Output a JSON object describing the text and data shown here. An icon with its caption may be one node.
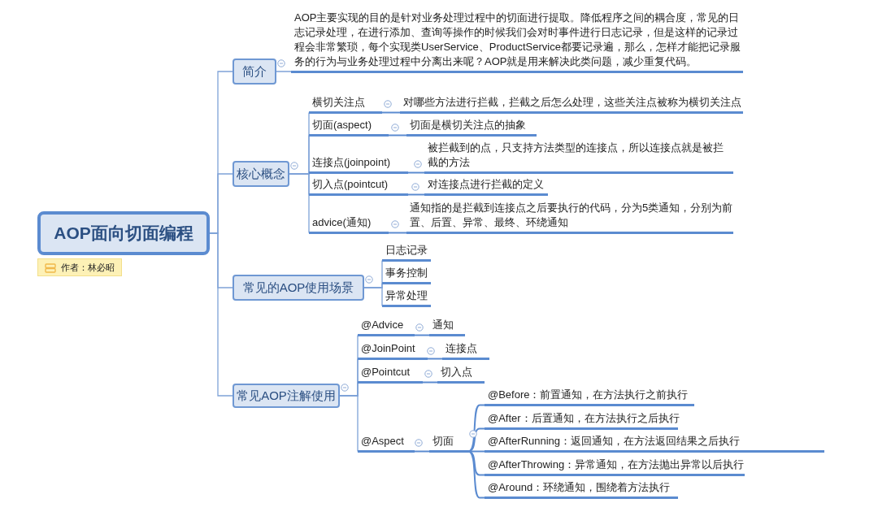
{
  "diagram": {
    "nodes": [
      {
        "text": [
          "AOP面向切面编程"
        ]
      },
      {
        "text": [
          "简介"
        ]
      },
      {
        "text": [
          "AOP主要实现的目的是针对业务处理过程中的切面进行提取。降低程序之间的耦合度，常见的日志记录处理，在进行添加、查询等操作的时候我们会对时事件进行日志记录，但是这样的记录过程会非常繁琐，每个实现类UserService、ProductService都要记录遍，那么，怎样才能把记录服务的行为与业务处理过程中分离出来呢？AOP就是用来解决此类问题，减少重复代码。"
        ]
      },
      {
        "text": [
          "核心概念"
        ]
      },
      {
        "text": [
          "横切关注点"
        ]
      },
      {
        "text": [
          "对哪些方法进行拦截，拦截之后怎么处理，这些关注点被称为横切关注点"
        ]
      },
      {
        "text": [
          "切面(aspect)"
        ]
      },
      {
        "text": [
          "切面是横切关注点的抽象"
        ]
      },
      {
        "text": [
          "连接点(joinpoint)"
        ]
      },
      {
        "text": [
          "被拦截到的点，只支持方法类型的连接点，所以连接点就是被拦截的方法"
        ]
      },
      {
        "text": [
          "切入点(pointcut)"
        ]
      },
      {
        "text": [
          "对连接点进行拦截的定义"
        ]
      },
      {
        "text": [
          "advice(通知)"
        ]
      },
      {
        "text": [
          "通知指的是拦截到连接点之后要执行的代码，分为5类通知，分别为前置、后置、异常、最终、环绕通知"
        ]
      },
      {
        "text": [
          "常见的AOP使用场景"
        ]
      },
      {
        "text": [
          "日志记录"
        ]
      },
      {
        "text": [
          "事务控制"
        ]
      },
      {
        "text": [
          "异常处理"
        ]
      },
      {
        "text": [
          "常见AOP注解使用"
        ]
      },
      {
        "text": [
          "@Advice"
        ]
      },
      {
        "text": [
          "通知"
        ]
      },
      {
        "text": [
          "@JoinPoint"
        ]
      },
      {
        "text": [
          "连接点"
        ]
      },
      {
        "text": [
          "@Pointcut"
        ]
      },
      {
        "text": [
          "切入点"
        ]
      },
      {
        "text": [
          "@Aspect"
        ]
      },
      {
        "text": [
          "切面"
        ]
      },
      {
        "text": [
          "@Before：前置通知，在方法执行之前执行"
        ]
      },
      {
        "text": [
          "@After：后置通知，在方法执行之后执行"
        ]
      },
      {
        "text": [
          "@AfterRunning：返回通知，在方法返回结果之后执行"
        ]
      },
      {
        "text": [
          "@AfterThrowing：异常通知，在方法抛出异常以后执行"
        ]
      },
      {
        "text": [
          "@Around：环绕通知，围绕着方法执行"
        ]
      }
    ],
    "edges": [
      {
        "from": 0,
        "to": 1,
        "arrow": "none"
      },
      {
        "from": 0,
        "to": 3,
        "arrow": "none"
      },
      {
        "from": 0,
        "to": 14,
        "arrow": "none"
      },
      {
        "from": 0,
        "to": 18,
        "arrow": "none"
      },
      {
        "from": 1,
        "to": 2,
        "arrow": "none"
      },
      {
        "from": 3,
        "to": 4,
        "arrow": "none"
      },
      {
        "from": 3,
        "to": 6,
        "arrow": "none"
      },
      {
        "from": 3,
        "to": 8,
        "arrow": "none"
      },
      {
        "from": 3,
        "to": 10,
        "arrow": "none"
      },
      {
        "from": 3,
        "to": 12,
        "arrow": "none"
      },
      {
        "from": 4,
        "to": 5,
        "arrow": "none"
      },
      {
        "from": 6,
        "to": 7,
        "arrow": "none"
      },
      {
        "from": 8,
        "to": 9,
        "arrow": "none"
      },
      {
        "from": 10,
        "to": 11,
        "arrow": "none"
      },
      {
        "from": 12,
        "to": 13,
        "arrow": "none"
      },
      {
        "from": 14,
        "to": 15,
        "arrow": "none"
      },
      {
        "from": 14,
        "to": 16,
        "arrow": "none"
      },
      {
        "from": 14,
        "to": 17,
        "arrow": "none"
      },
      {
        "from": 18,
        "to": 19,
        "arrow": "none"
      },
      {
        "from": 18,
        "to": 21,
        "arrow": "none"
      },
      {
        "from": 18,
        "to": 23,
        "arrow": "none"
      },
      {
        "from": 18,
        "to": 25,
        "arrow": "none"
      },
      {
        "from": 19,
        "to": 20,
        "arrow": "none"
      },
      {
        "from": 21,
        "to": 22,
        "arrow": "none"
      },
      {
        "from": 23,
        "to": 24,
        "arrow": "none"
      },
      {
        "from": 25,
        "to": 26,
        "arrow": "none"
      },
      {
        "from": 26,
        "to": 27,
        "arrow": "none"
      },
      {
        "from": 26,
        "to": 28,
        "arrow": "none"
      },
      {
        "from": 26,
        "to": 29,
        "arrow": "none"
      },
      {
        "from": 26,
        "to": 30,
        "arrow": "none"
      },
      {
        "from": 26,
        "to": 31,
        "arrow": "none"
      }
    ],
    "labels": [
      "作者：林必昭"
    ]
  }
}
